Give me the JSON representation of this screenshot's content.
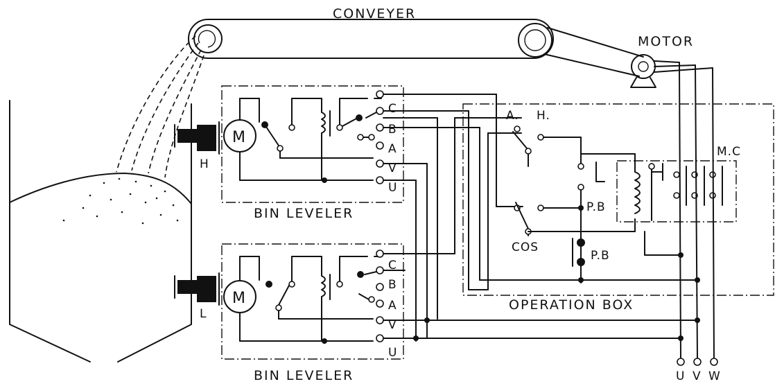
{
  "labels": {
    "conveyer": "CONVEYER",
    "motor": "MOTOR",
    "bin_leveler_top": "BIN  LEVELER",
    "bin_leveler_bottom": "BIN  LEVELER",
    "operation_box": "OPERATION  BOX",
    "sensor_high": "H",
    "sensor_low": "L",
    "motor_symbol_top": "M",
    "motor_symbol_bottom": "M",
    "switch_a": "A.",
    "switch_h": "H.",
    "cos": "COS",
    "pb_top": "P.B",
    "pb_bottom": "P.B",
    "mc": "M.C"
  },
  "leveler_terminals": [
    "C",
    "B",
    "A",
    "V",
    "U"
  ],
  "supply_terminals": [
    "U",
    "V",
    "W"
  ]
}
